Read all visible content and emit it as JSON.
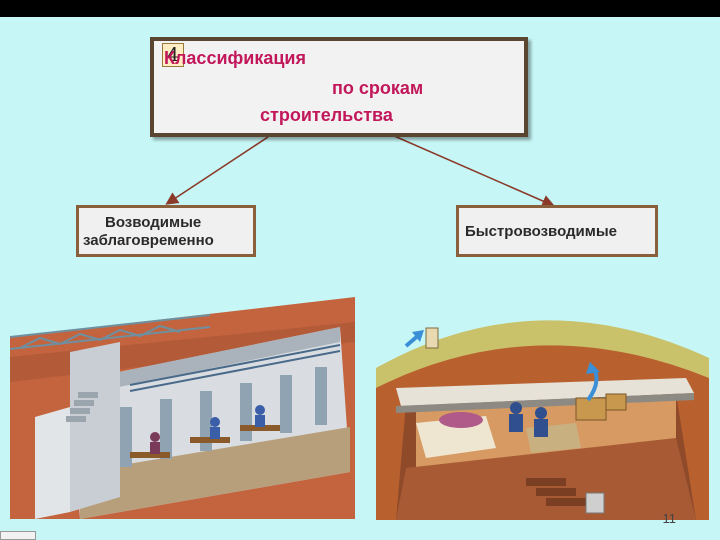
{
  "slide": {
    "badge_number": "4",
    "title_line1": "Классификация",
    "title_line2": "по срокам",
    "title_line3": "строительства",
    "left_category_line1": "Возводимые",
    "left_category_line2": "заблаговременно",
    "right_category": "Быстровозводимые",
    "page_number": "11"
  },
  "illustrations": [
    {
      "id": "underground-shelter-cutaway",
      "icon": "cutaway-illustration"
    },
    {
      "id": "quick-shelter-cutaway",
      "icon": "cutaway-illustration"
    }
  ],
  "colors": {
    "slide_background": "#c6f7f6",
    "title_text": "#c2185b",
    "box_border": "#5a4530",
    "arrow": "#8b3a2a"
  }
}
